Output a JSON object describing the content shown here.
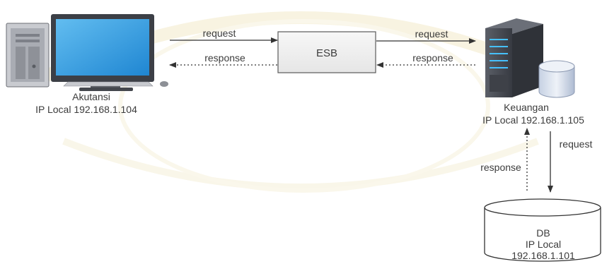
{
  "diagram": {
    "esb_label": "ESB",
    "client": {
      "name": "Akutansi",
      "ip": "IP Local 192.168.1.104"
    },
    "server": {
      "name": "Keuangan",
      "ip": "IP Local 192.168.1.105"
    },
    "database": {
      "name": "DB",
      "ip_line1": "IP Local",
      "ip_line2": "192.168.1.101"
    },
    "arrows": {
      "client_to_esb_request": "request",
      "esb_to_client_response": "response",
      "esb_to_server_request": "request",
      "server_to_esb_response": "response",
      "server_to_db_request": "request",
      "db_to_server_response": "response"
    },
    "colors": {
      "box_fill": "#f1f1f1",
      "box_stroke": "#5a5a5a",
      "line": "#333333",
      "screen": "#2f9be3",
      "tower": "#4a4d55",
      "db_cylinder": "#dde4ef",
      "watermark": "#f4eccb"
    }
  }
}
